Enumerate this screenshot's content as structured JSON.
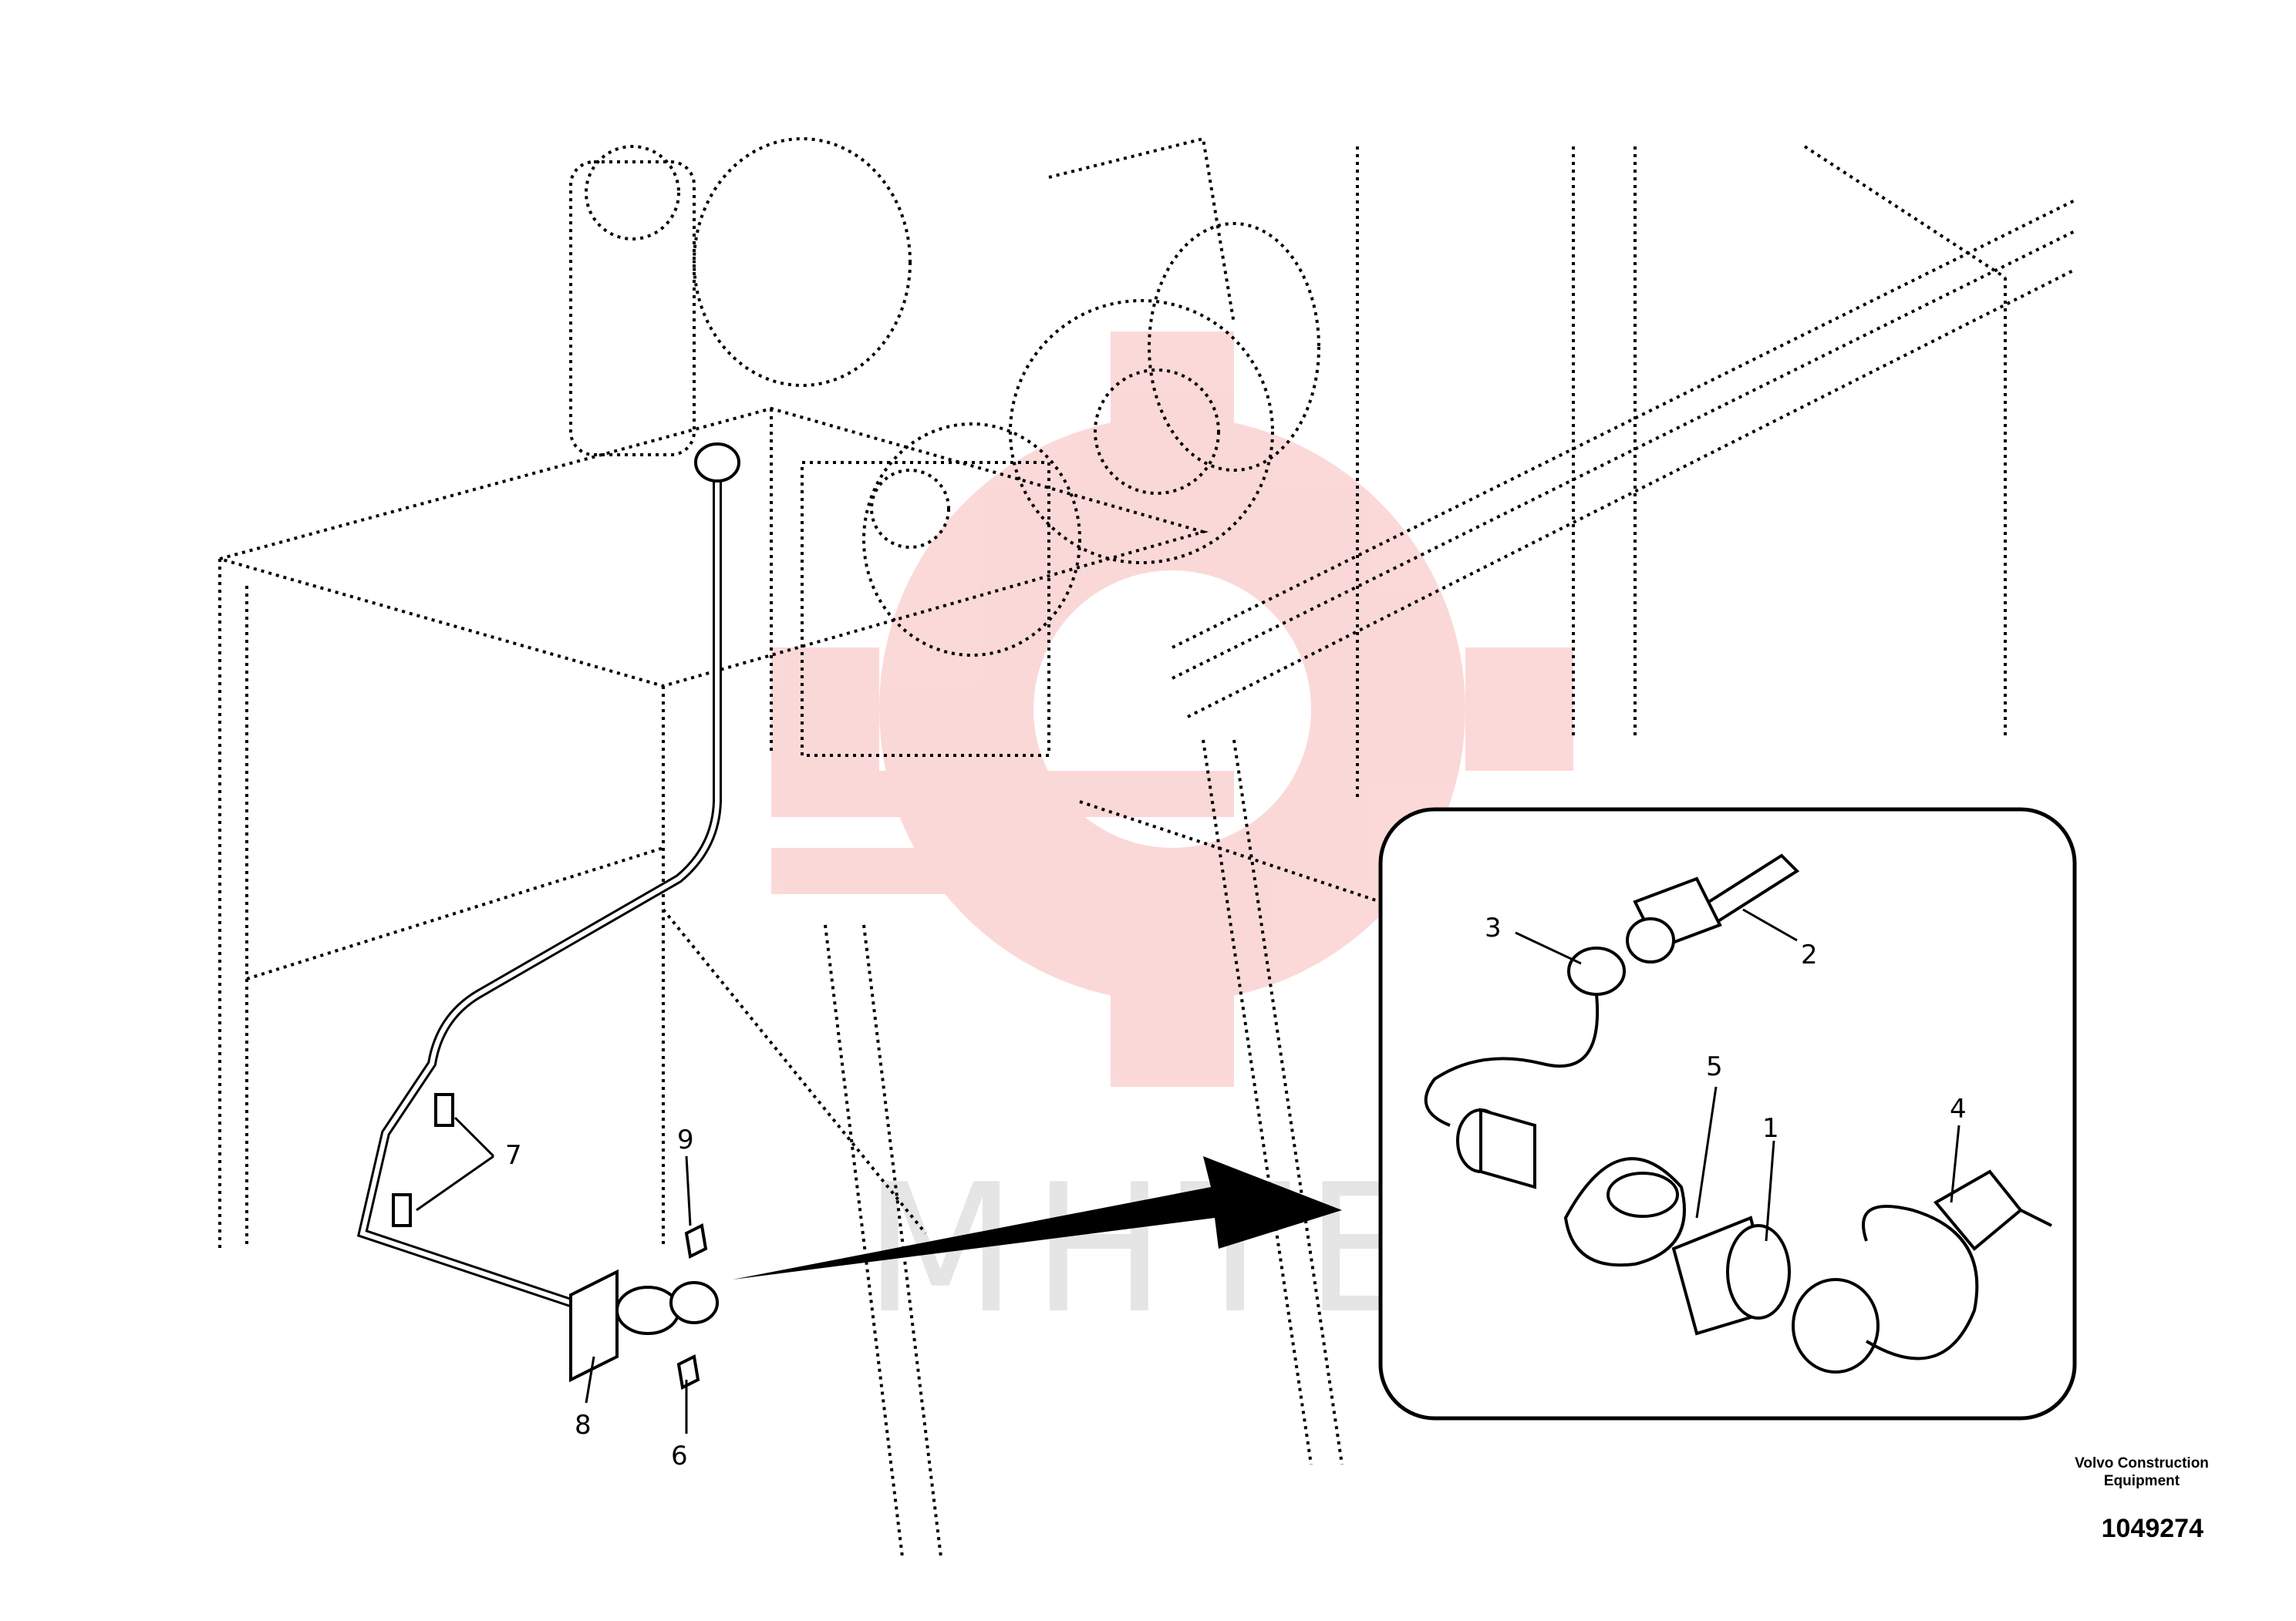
{
  "callouts": {
    "c1": "1",
    "c2": "2",
    "c3": "3",
    "c4": "4",
    "c5": "5",
    "c6": "6",
    "c7": "7",
    "c8": "8",
    "c9": "9"
  },
  "watermark": {
    "text": "MHTEX",
    "color": "#f08080"
  },
  "footer": {
    "brand": "Volvo Construction Equipment",
    "part_number": "1049274"
  }
}
